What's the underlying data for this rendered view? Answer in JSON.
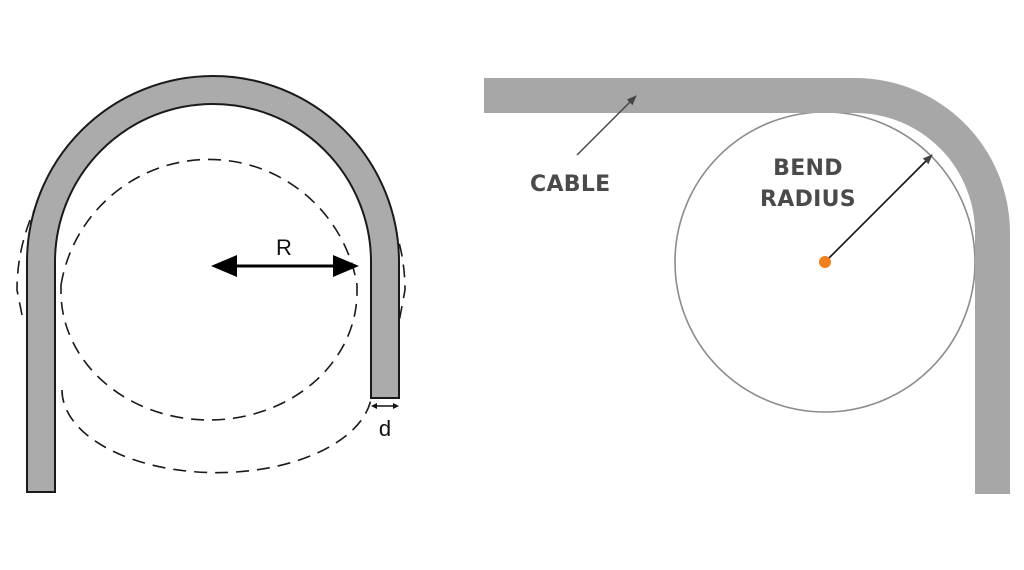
{
  "left_diagram": {
    "radius_label": "R",
    "thickness_label": "d"
  },
  "right_diagram": {
    "cable_label": "CABLE",
    "bend_label_line1": "BEND",
    "bend_label_line2": "RADIUS"
  },
  "colors": {
    "cable_fill": "#ababab",
    "cable_stroke": "#1a1a1a",
    "right_cable": "#a7a7a7",
    "dashed_line": "#1a1a1a",
    "arrow": "#000000",
    "label_text": "#4a4a4a",
    "leader_line": "#444444",
    "circle_stroke": "#8c8c8c",
    "center_dot": "#f07f1e"
  }
}
